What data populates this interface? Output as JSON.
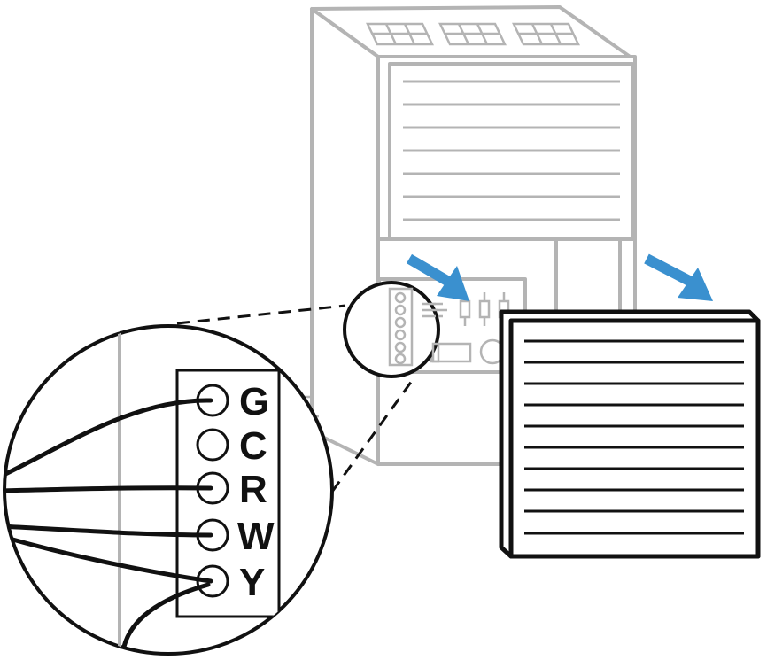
{
  "colors": {
    "furnace_outline": "#b4b4b4",
    "wire": "#111111",
    "arrow": "#3a90cf",
    "background": "#ffffff"
  },
  "terminals": [
    {
      "label": "G",
      "wired": true
    },
    {
      "label": "C",
      "wired": false
    },
    {
      "label": "R",
      "wired": true
    },
    {
      "label": "W",
      "wired": true
    },
    {
      "label": "Y",
      "wired": true
    }
  ],
  "icons": {
    "arrow_left": "arrow-down-right-icon",
    "arrow_right": "arrow-down-right-icon"
  }
}
